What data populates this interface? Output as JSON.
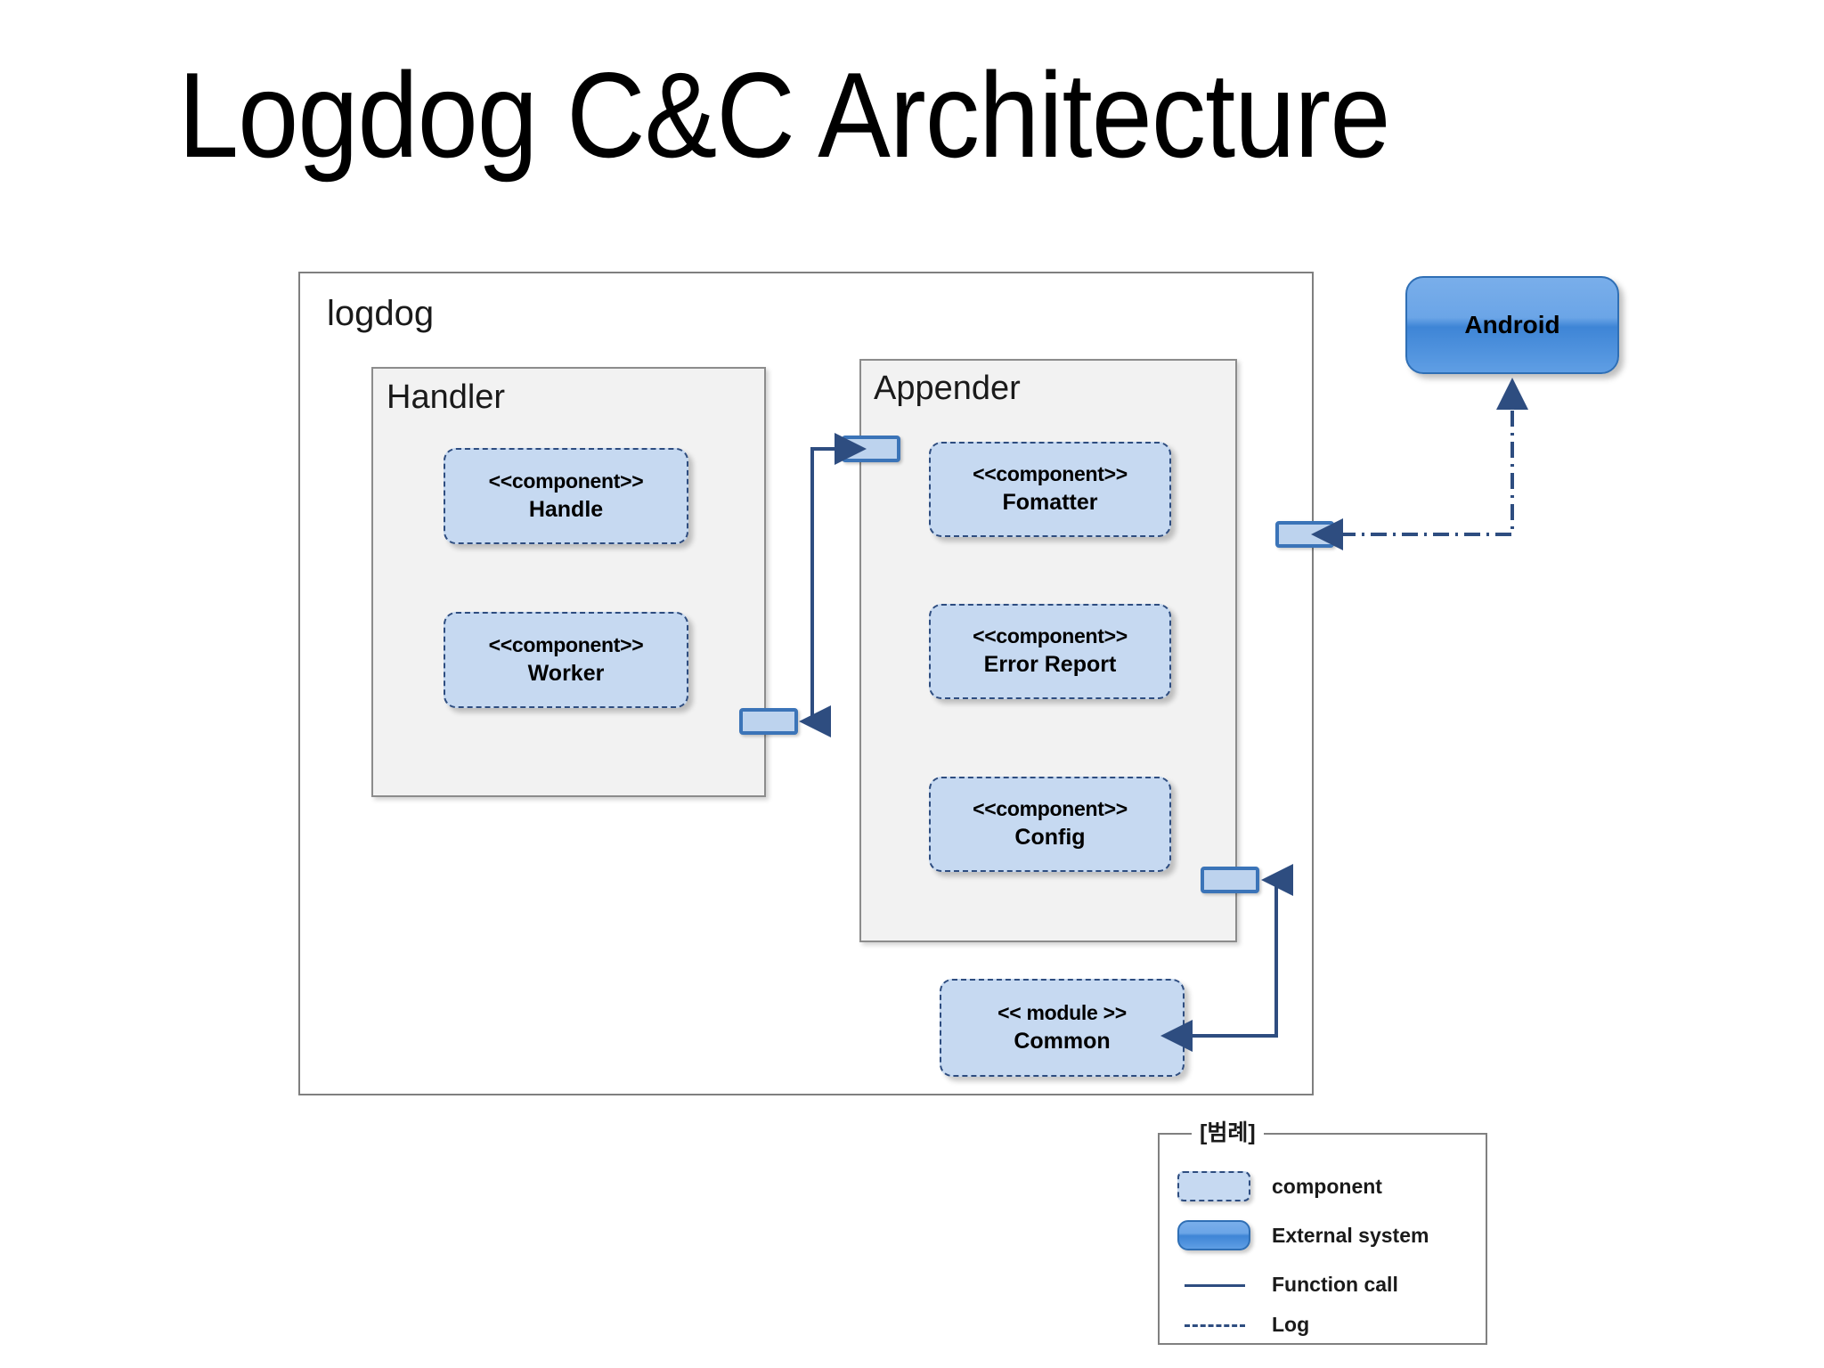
{
  "slide": {
    "title": "Logdog C&C Architecture"
  },
  "diagram": {
    "outer_container_label": "logdog",
    "groups": [
      {
        "id": "handler",
        "label": "Handler"
      },
      {
        "id": "appender",
        "label": "Appender"
      }
    ],
    "components": [
      {
        "id": "handle",
        "stereotype": "<<component>>",
        "name": "Handle",
        "group": "handler"
      },
      {
        "id": "worker",
        "stereotype": "<<component>>",
        "name": "Worker",
        "group": "handler"
      },
      {
        "id": "fomatter",
        "stereotype": "<<component>>",
        "name": "Fomatter",
        "group": "appender"
      },
      {
        "id": "error-report",
        "stereotype": "<<component>>",
        "name": "Error Report",
        "group": "appender"
      },
      {
        "id": "config",
        "stereotype": "<<component>>",
        "name": "Config",
        "group": "appender"
      },
      {
        "id": "common",
        "stereotype": "<< module >>",
        "name": "Common",
        "group": "logdog"
      }
    ],
    "external_systems": [
      {
        "id": "android",
        "label": "Android"
      }
    ]
  },
  "legend": {
    "title": "[범례]",
    "items": [
      {
        "id": "component",
        "swatch": "dashed-blue-box",
        "label": "component"
      },
      {
        "id": "external-system",
        "swatch": "solid-blue-box",
        "label": "External system"
      },
      {
        "id": "function-call",
        "swatch": "solid-line",
        "label": "Function call"
      },
      {
        "id": "log",
        "swatch": "dash-dot-line",
        "label": "Log"
      }
    ]
  },
  "colors": {
    "component_fill": "#c6d9f1",
    "component_border": "#2e4d80",
    "group_fill": "#f2f2f2",
    "group_border": "#8c8c8c",
    "external_fill": "#5f9ee4",
    "external_border": "#2f6fb5",
    "port_fill": "#bdd3ee",
    "port_border": "#3b74b8",
    "connector": "#2e4d80",
    "outer_border": "#7f7f7f"
  }
}
